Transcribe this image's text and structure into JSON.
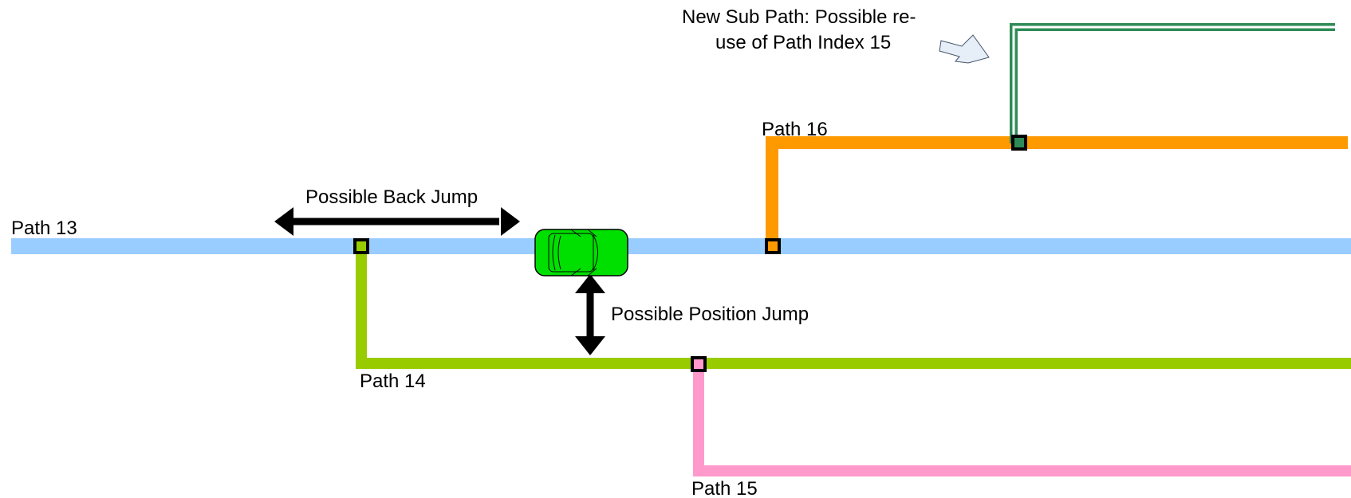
{
  "paths": {
    "path13": {
      "label": "Path 13",
      "color": "#99CCFF"
    },
    "path14": {
      "label": "Path 14",
      "color": "#99CC00"
    },
    "path15": {
      "label": "Path 15",
      "color": "#FF99CC"
    },
    "path16": {
      "label": "Path 16",
      "color": "#FF9900"
    },
    "new_sub_path": {
      "color": "#2E8B57"
    }
  },
  "annotations": {
    "back_jump": "Possible Back Jump",
    "position_jump": "Possible Position Jump",
    "new_sub_path_line1": "New Sub Path: Possible re-",
    "new_sub_path_line2": "use of Path Index 15"
  },
  "colors": {
    "car_body": "#00E000",
    "arrow": "#000000",
    "callout_fill": "#E6EEF8"
  }
}
